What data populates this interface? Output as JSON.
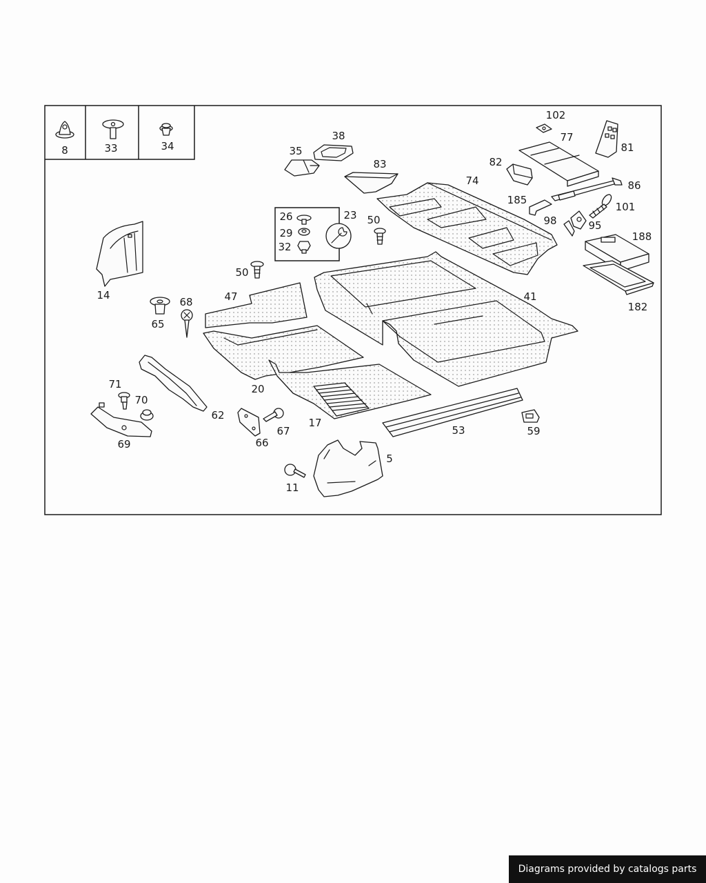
{
  "credit": "Diagrams provided by catalogs parts",
  "inset": {
    "cells": [
      {
        "label": "8"
      },
      {
        "label": "33"
      },
      {
        "label": "34"
      }
    ]
  },
  "callouts": {
    "c5": "5",
    "c11": "11",
    "c14": "14",
    "c17": "17",
    "c20": "20",
    "c23": "23",
    "c26": "26",
    "c29": "29",
    "c32": "32",
    "c35": "35",
    "c38": "38",
    "c41": "41",
    "c47": "47",
    "c50a": "50",
    "c50b": "50",
    "c53": "53",
    "c59": "59",
    "c62": "62",
    "c65": "65",
    "c66": "66",
    "c67": "67",
    "c68": "68",
    "c69": "69",
    "c70": "70",
    "c71": "71",
    "c74": "74",
    "c77": "77",
    "c81": "81",
    "c82": "82",
    "c83": "83",
    "c86": "86",
    "c95": "95",
    "c98": "98",
    "c101": "101",
    "c102": "102",
    "c182": "182",
    "c185": "185",
    "c188": "188"
  },
  "icons": {
    "wrench": "wrench-icon"
  }
}
